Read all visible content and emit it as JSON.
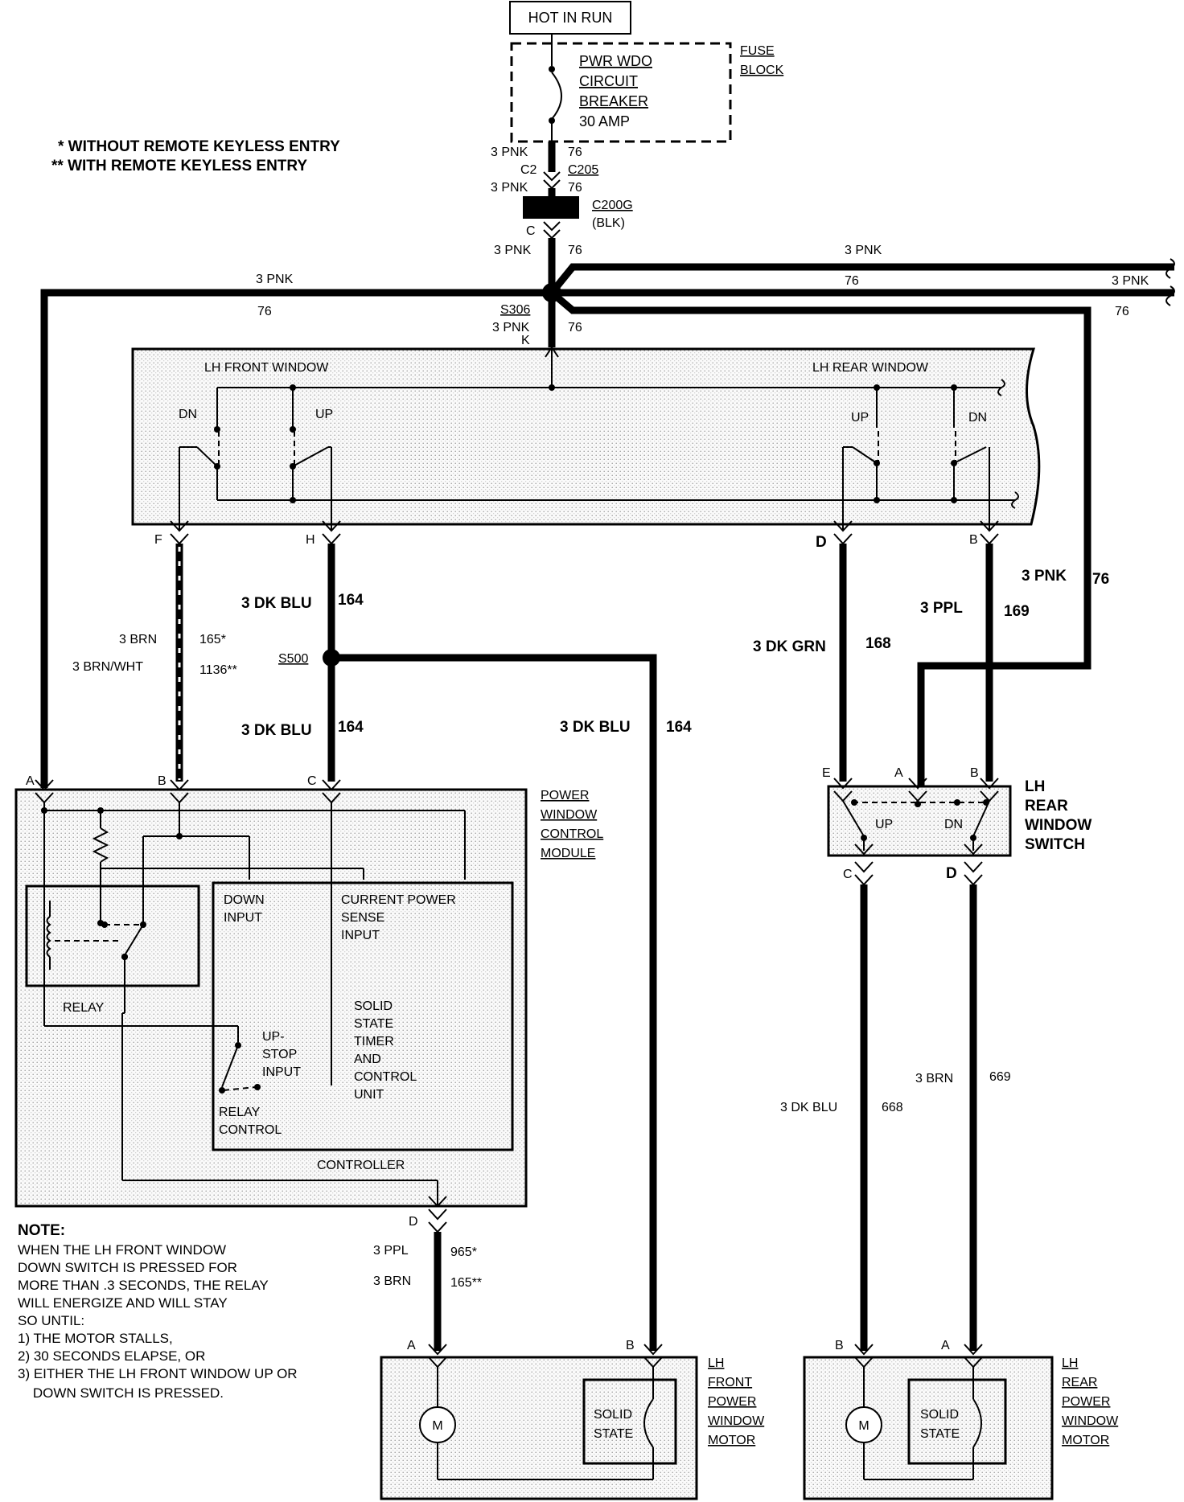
{
  "power": {
    "hot_in_run": "HOT IN RUN",
    "fuse_block": [
      "FUSE",
      "BLOCK"
    ],
    "breaker": [
      "PWR WDO",
      "CIRCUIT",
      "BREAKER",
      "30 AMP"
    ]
  },
  "legend": {
    "without_rke": "* WITHOUT REMOTE KEYLESS ENTRY",
    "with_rke": "** WITH REMOTE KEYLESS ENTRY"
  },
  "connectors": {
    "c2": "C2",
    "c205": "C205",
    "c200g": "C200G",
    "blk": "(BLK)",
    "c": "C",
    "s306": "S306",
    "k": "K",
    "s500": "S500"
  },
  "wires": {
    "pnk3": "3 PNK",
    "n76": "76",
    "dk_blu": "3 DK BLU",
    "n164": "164",
    "brn": "3 BRN",
    "n165s": "165*",
    "brn_wht": "3 BRN/WHT",
    "n1136": "1136**",
    "dk_grn": "3 DK GRN",
    "n168": "168",
    "ppl": "3 PPL",
    "n169": "169",
    "ppl_lower": "3 PPL",
    "n965": "965*",
    "brn_lower": "3 BRN",
    "n165ss": "165**",
    "dk_blu_668": "3 DK BLU",
    "n668": "668",
    "brn_669": "3 BRN",
    "n669": "669"
  },
  "switch_assembly": {
    "lh_front_window": "LH  FRONT WINDOW",
    "lh_rear_window": "LH  REAR  WINDOW",
    "dn": "DN",
    "up": "UP",
    "pins": {
      "f": "F",
      "h": "H",
      "d": "D",
      "b": "B"
    }
  },
  "control_module": {
    "title": [
      "POWER",
      "WINDOW",
      "CONTROL",
      "MODULE"
    ],
    "pins": {
      "a": "A",
      "b": "B",
      "c": "C",
      "d": "D"
    },
    "relay": "RELAY",
    "down_input": [
      "DOWN",
      "INPUT"
    ],
    "current_sense": [
      "CURRENT POWER",
      "SENSE",
      "INPUT"
    ],
    "solid_state_timer": [
      "SOLID",
      "STATE",
      "TIMER",
      "AND",
      "CONTROL",
      "UNIT"
    ],
    "up_stop": [
      "UP-",
      "STOP",
      "INPUT"
    ],
    "relay_control": [
      "RELAY",
      "CONTROL"
    ],
    "controller": "CONTROLLER"
  },
  "rear_switch": {
    "title": [
      "LH",
      "REAR",
      "WINDOW",
      "SWITCH"
    ],
    "up": "UP",
    "dn": "DN",
    "pins": {
      "e": "E",
      "a": "A",
      "b": "B",
      "c": "C",
      "d": "D"
    }
  },
  "front_motor": {
    "title": [
      "LH",
      "FRONT",
      "POWER",
      "WINDOW",
      "MOTOR"
    ],
    "m": "M",
    "solid_state": [
      "SOLID",
      "STATE"
    ],
    "pins": {
      "a": "A",
      "b": "B"
    }
  },
  "rear_motor": {
    "title": [
      "LH",
      "REAR",
      "POWER",
      "WINDOW",
      "MOTOR"
    ],
    "m": "M",
    "solid_state": [
      "SOLID",
      "STATE"
    ],
    "pins": {
      "b": "B",
      "a": "A"
    }
  },
  "note": {
    "heading": "NOTE:",
    "lines": [
      "WHEN THE LH FRONT WINDOW",
      "DOWN SWITCH IS PRESSED FOR",
      "MORE THAN .3 SECONDS, THE RELAY",
      "WILL ENERGIZE AND WILL STAY",
      "SO UNTIL:",
      "1) THE MOTOR STALLS,",
      "2) 30 SECONDS ELAPSE, OR",
      "3) EITHER THE LH FRONT WINDOW UP OR",
      "    DOWN SWITCH IS PRESSED."
    ]
  }
}
